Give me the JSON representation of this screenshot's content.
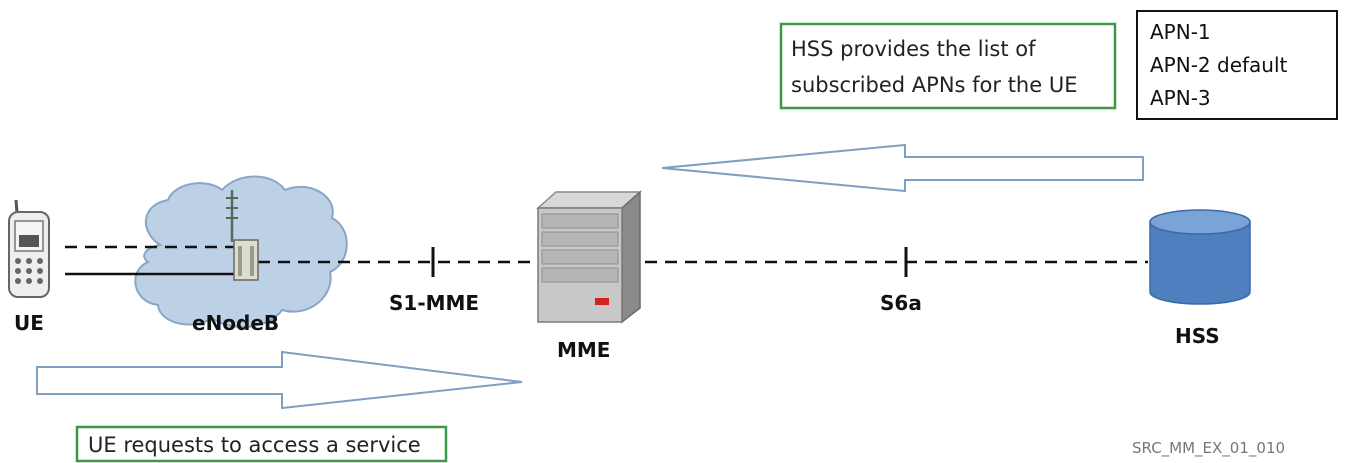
{
  "nodes": {
    "ue": "UE",
    "enodeb": "eNodeB",
    "mme": "MME",
    "hss": "HSS"
  },
  "interfaces": {
    "s1_mme": "S1-MME",
    "s6a": "S6a"
  },
  "notes": {
    "hss_line1": "HSS provides the list of",
    "hss_line2": "subscribed APNs for the UE",
    "ue_request": "UE requests to access a service"
  },
  "apn_list": [
    "APN-1",
    "APN-2 default",
    "APN-3"
  ],
  "reference": "SRC_MM_EX_01_010",
  "colors": {
    "note_border": "#3a9a4a",
    "arrow_stroke": "#7f9fc0",
    "cloud_fill": "#bdd1e6",
    "cloud_stroke": "#8aa6c4",
    "cylinder_fill": "#4f7fbf",
    "mme_led": "#d42020"
  }
}
